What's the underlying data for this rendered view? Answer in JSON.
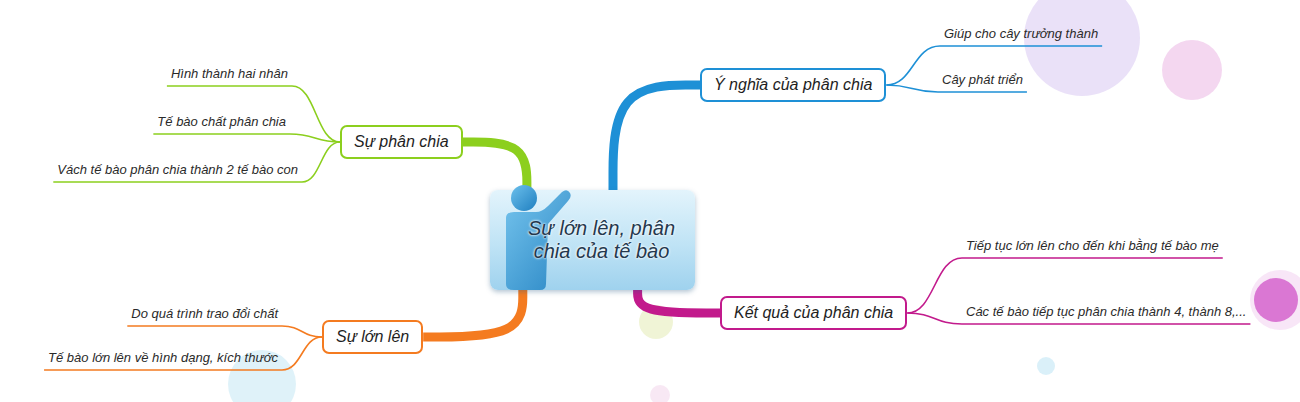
{
  "diagram": {
    "nodes": [
      {
        "text": [
          "Sự lớn lên, phân chia của tế bào"
        ]
      },
      {
        "text": [
          "Sự phân chia"
        ]
      },
      {
        "text": [
          "Hình thành hai nhân"
        ]
      },
      {
        "text": [
          "Tế bào chất phân chia"
        ]
      },
      {
        "text": [
          "Vách tế bào phân chia thành 2 tế bào con"
        ]
      },
      {
        "text": [
          "Ý nghĩa của phân chia"
        ]
      },
      {
        "text": [
          "Giúp cho cây trưởng thành"
        ]
      },
      {
        "text": [
          "Cây phát triển"
        ]
      },
      {
        "text": [
          "Sự lớn lên"
        ]
      },
      {
        "text": [
          "Do quá trình trao đổi chất"
        ]
      },
      {
        "text": [
          "Tế bào lớn lên về hình dạng, kích thước"
        ]
      },
      {
        "text": [
          "Kết quả của phân chia"
        ]
      },
      {
        "text": [
          "Tiếp tục lớn lên cho đến khi bằng tế bào mẹ"
        ]
      },
      {
        "text": [
          "Các tế bào tiếp tục phân chia thành 4, thành 8,..."
        ]
      }
    ],
    "edges": [
      {
        "from": 0,
        "to": 1,
        "arrow": "none"
      },
      {
        "from": 1,
        "to": 2,
        "arrow": "none"
      },
      {
        "from": 1,
        "to": 3,
        "arrow": "none"
      },
      {
        "from": 1,
        "to": 4,
        "arrow": "none"
      },
      {
        "from": 0,
        "to": 5,
        "arrow": "none"
      },
      {
        "from": 5,
        "to": 6,
        "arrow": "none"
      },
      {
        "from": 5,
        "to": 7,
        "arrow": "none"
      },
      {
        "from": 0,
        "to": 8,
        "arrow": "none"
      },
      {
        "from": 8,
        "to": 9,
        "arrow": "none"
      },
      {
        "from": 8,
        "to": 10,
        "arrow": "none"
      },
      {
        "from": 0,
        "to": 11,
        "arrow": "none"
      },
      {
        "from": 11,
        "to": 12,
        "arrow": "none"
      },
      {
        "from": 11,
        "to": 13,
        "arrow": "none"
      }
    ]
  }
}
